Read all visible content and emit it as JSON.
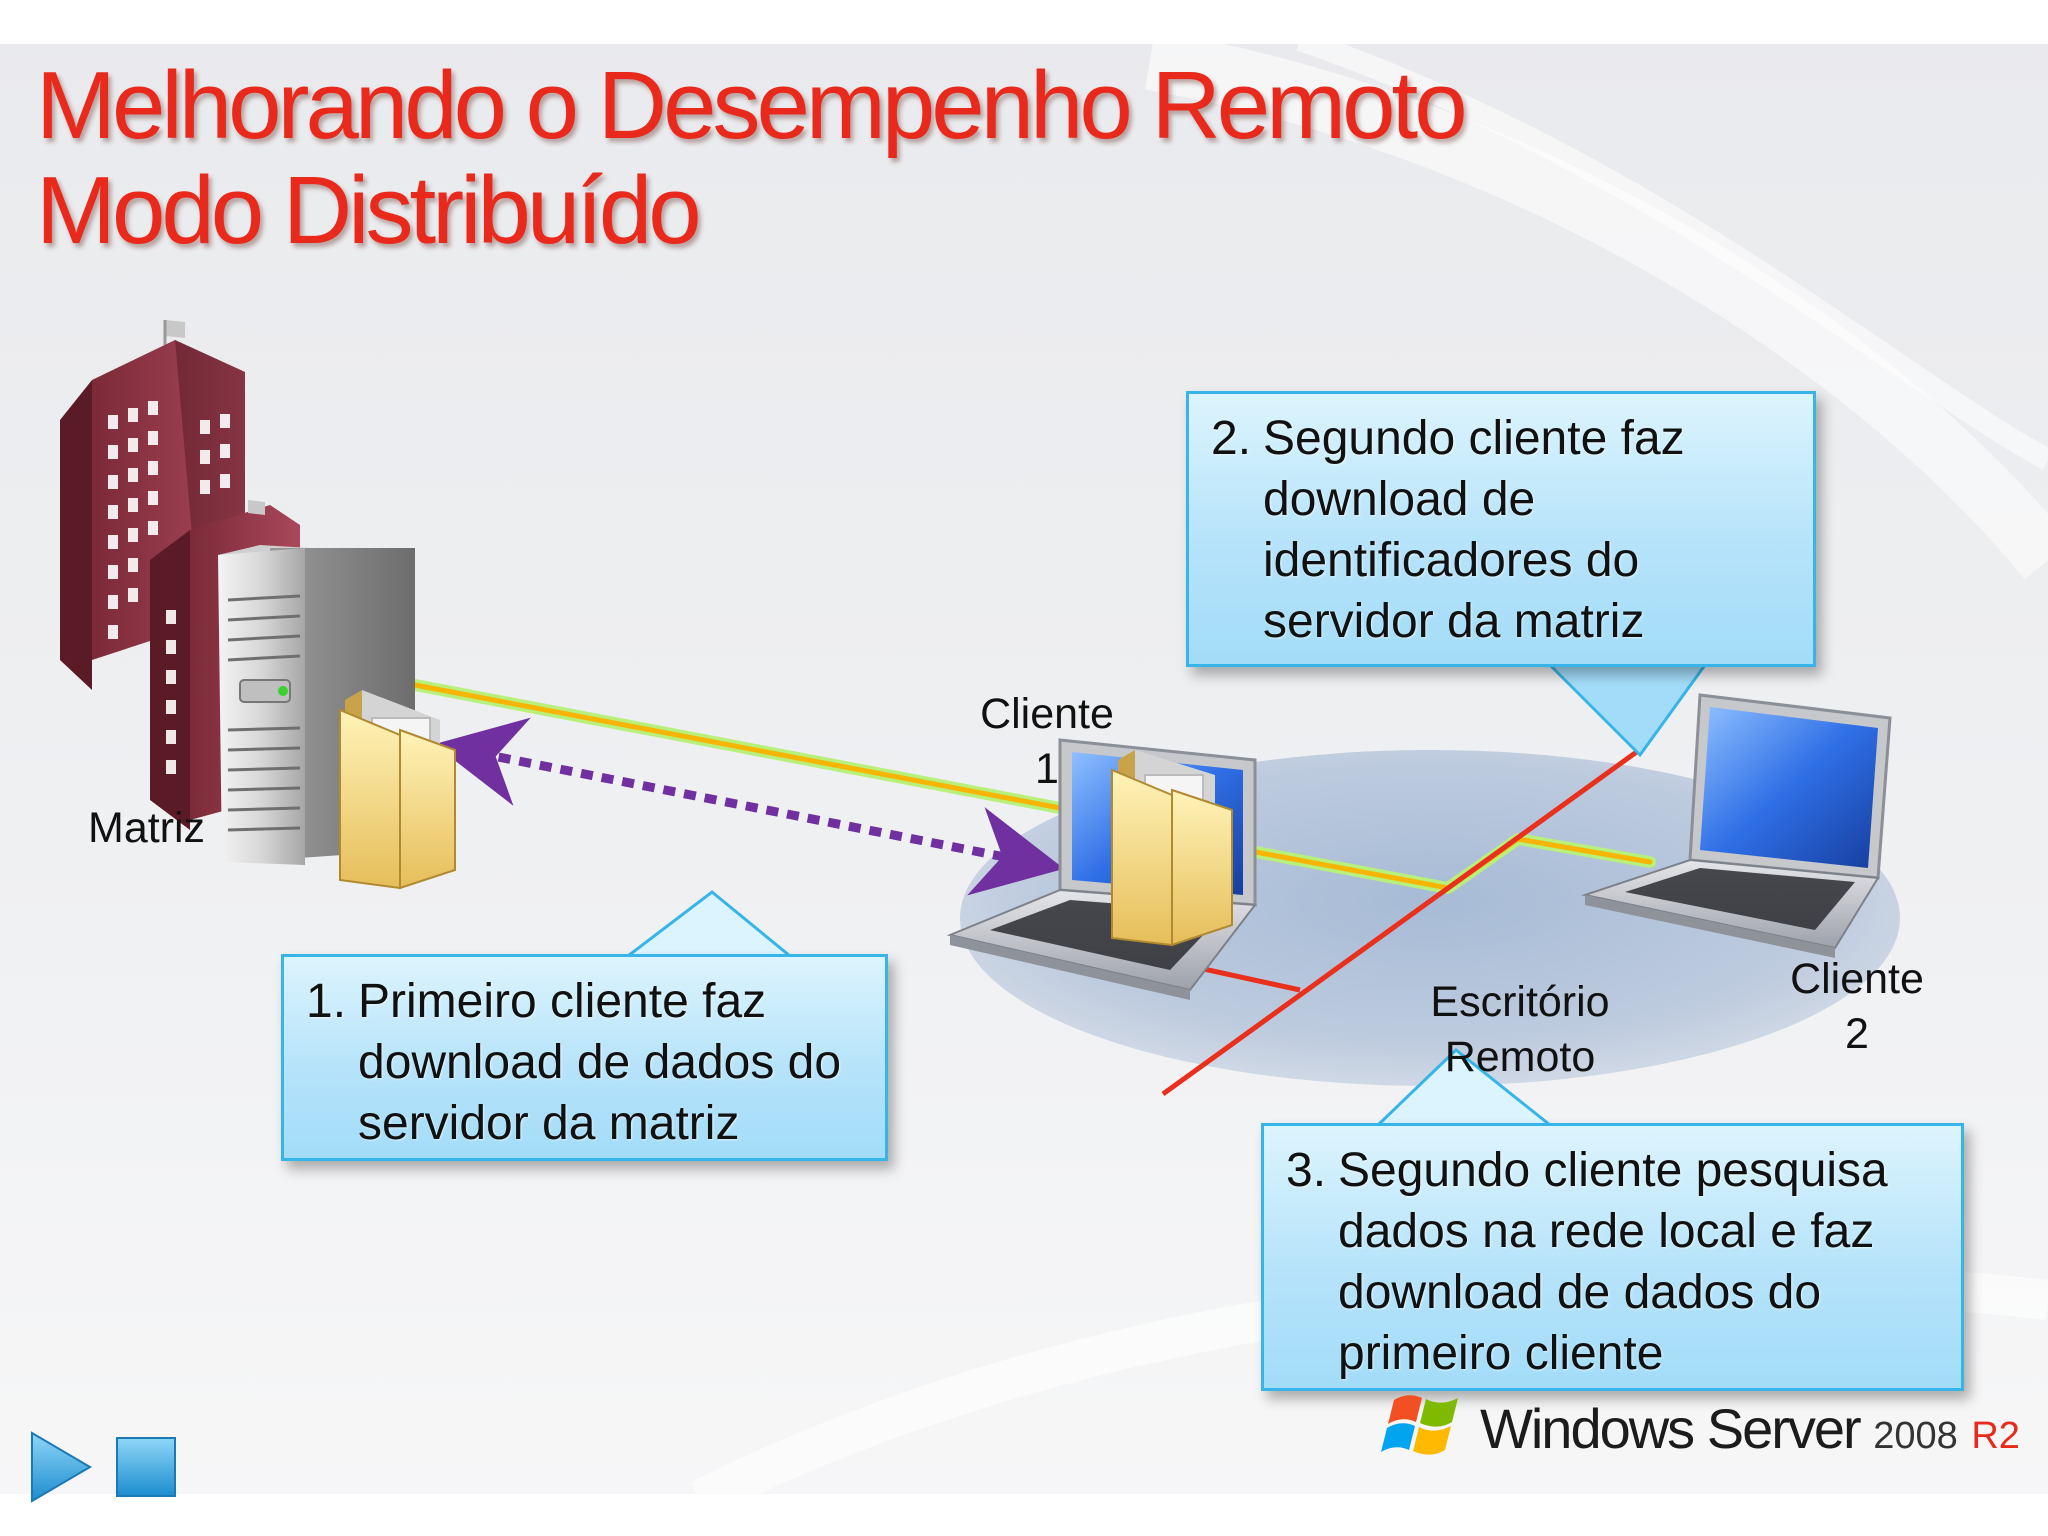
{
  "slide": {
    "title_line1": "Melhorando o Desempenho Remoto",
    "title_line2": "Modo Distribuído",
    "title_color": "#e8291b"
  },
  "nodes": {
    "hq_label": "Matriz",
    "client1_label_line1": "Cliente",
    "client1_label_line2": "1",
    "client2_label_line1": "Cliente",
    "client2_label_line2": "2",
    "remote_office_line1": "Escritório",
    "remote_office_line2": "Remoto"
  },
  "callouts": [
    {
      "number": "1.",
      "text": "Primeiro cliente faz download de dados do servidor da matriz"
    },
    {
      "number": "2.",
      "text": "Segundo cliente faz download de identificadores do servidor da matriz"
    },
    {
      "number": "3.",
      "text": "Segundo cliente pesquisa dados na rede local e faz download de dados do primeiro cliente"
    }
  ],
  "brand": {
    "name": "Windows Server",
    "version": "2008",
    "edition": "R2"
  },
  "icons": [
    "building-icon",
    "server-icon",
    "folder-icon",
    "laptop-icon",
    "windows-flag-icon",
    "play-icon",
    "stop-icon"
  ],
  "colors": {
    "wan_link": "#f7b500",
    "lan_link": "#e8301c",
    "transfer_arrow": "#7030a0",
    "callout_border": "#37b4e8",
    "callout_fill": "#b6e3fa"
  }
}
